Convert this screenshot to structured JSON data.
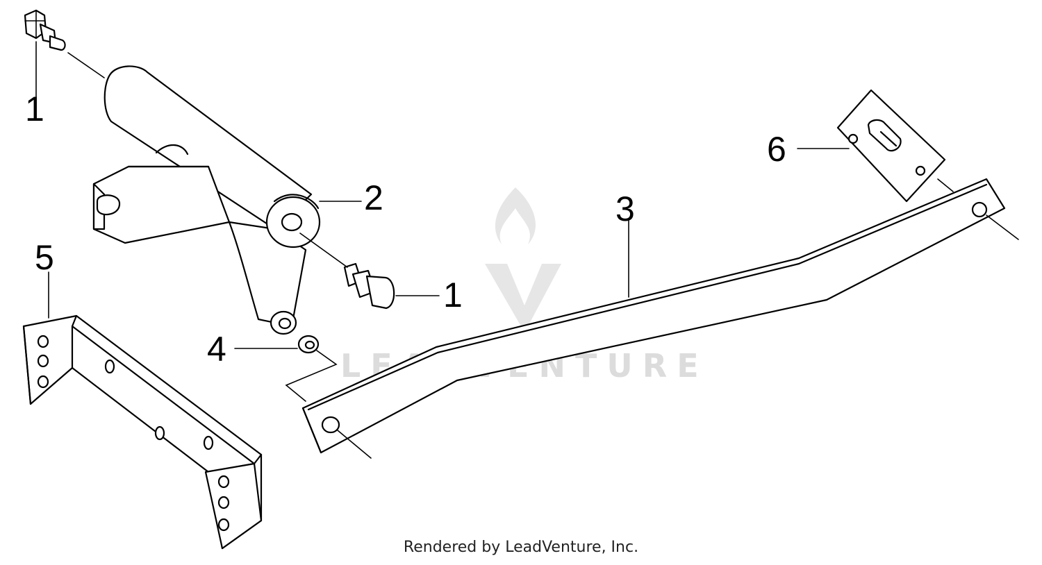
{
  "watermark": {
    "brand": "LEADVENTURE"
  },
  "callouts": [
    {
      "id": "1a",
      "label": "1"
    },
    {
      "id": "2",
      "label": "2"
    },
    {
      "id": "1b",
      "label": "1"
    },
    {
      "id": "3",
      "label": "3"
    },
    {
      "id": "4",
      "label": "4"
    },
    {
      "id": "5",
      "label": "5"
    },
    {
      "id": "6",
      "label": "6"
    }
  ],
  "footer": {
    "credit": "Rendered by LeadVenture, Inc."
  }
}
